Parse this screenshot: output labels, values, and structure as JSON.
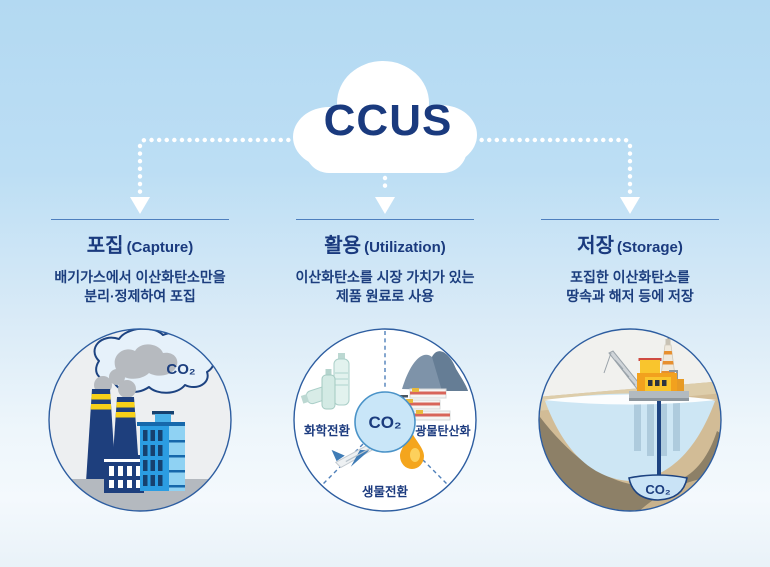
{
  "title": "CCUS",
  "colors": {
    "navy": "#1a3a7e",
    "background_top": "#b3d9f2",
    "background_bottom": "#e9f2f8",
    "divider_line": "#4d7fbe",
    "dotted_connector": "#ffffff",
    "co2_badge_fill": "#c9e6f8",
    "factory_yellow": "#f7d018",
    "rig_orange": "#f2a11e"
  },
  "sections": [
    {
      "heading_ko": "포집",
      "heading_en": "(Capture)",
      "desc_line1": "배기가스에서 이산화탄소만을",
      "desc_line2": "분리·정제하여 포집",
      "illustration": {
        "name": "factory-emitting-co2",
        "co2_label": "CO₂"
      }
    },
    {
      "heading_ko": "활용",
      "heading_en": "(Utilization)",
      "desc_line1": "이산화탄소를 시장 가치가 있는",
      "desc_line2": "제품 원료로 사용",
      "illustration": {
        "name": "co2-utilization-wheel",
        "co2_label": "CO₂",
        "label_chemical": "화학전환",
        "label_mineral": "광물탄산화",
        "label_bio": "생물전환"
      }
    },
    {
      "heading_ko": "저장",
      "heading_en": "(Storage)",
      "desc_line1": "포집한 이산화탄소를",
      "desc_line2": "땅속과 해저 등에 저장",
      "illustration": {
        "name": "offshore-co2-storage",
        "co2_label": "CO₂"
      }
    }
  ]
}
